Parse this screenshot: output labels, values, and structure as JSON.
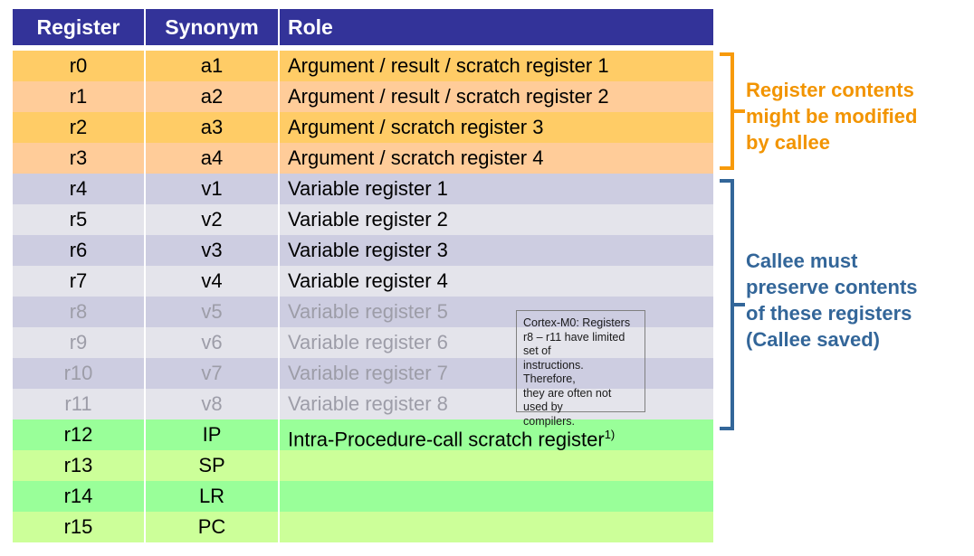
{
  "table": {
    "columns": [
      "Register",
      "Synonym",
      "Role"
    ],
    "rows": [
      {
        "register": "r0",
        "synonym": "a1",
        "role": "Argument / result / scratch register 1",
        "style": "orangeA",
        "dim": false
      },
      {
        "register": "r1",
        "synonym": "a2",
        "role": "Argument / result / scratch register 2",
        "style": "orangeB",
        "dim": false
      },
      {
        "register": "r2",
        "synonym": "a3",
        "role": "Argument / scratch register 3",
        "style": "orangeA",
        "dim": false
      },
      {
        "register": "r3",
        "synonym": "a4",
        "role": "Argument / scratch register 4",
        "style": "orangeB",
        "dim": false
      },
      {
        "register": "r4",
        "synonym": "v1",
        "role": "Variable register 1",
        "style": "lavA",
        "dim": false
      },
      {
        "register": "r5",
        "synonym": "v2",
        "role": "Variable register 2",
        "style": "lavB",
        "dim": false
      },
      {
        "register": "r6",
        "synonym": "v3",
        "role": "Variable register 3",
        "style": "lavA",
        "dim": false
      },
      {
        "register": "r7",
        "synonym": "v4",
        "role": "Variable register 4",
        "style": "lavB",
        "dim": false
      },
      {
        "register": "r8",
        "synonym": "v5",
        "role": "Variable register 5",
        "style": "lavA",
        "dim": true
      },
      {
        "register": "r9",
        "synonym": "v6",
        "role": "Variable register 6",
        "style": "lavB",
        "dim": true
      },
      {
        "register": "r10",
        "synonym": "v7",
        "role": "Variable register 7",
        "style": "lavA",
        "dim": true
      },
      {
        "register": "r11",
        "synonym": "v8",
        "role": "Variable register 8",
        "style": "lavB",
        "dim": true
      },
      {
        "register": "r12",
        "synonym": "IP",
        "role": "Intra-Procedure-call scratch register",
        "role_superscript": "1)",
        "style": "greenA",
        "dim": false
      },
      {
        "register": "r13",
        "synonym": "SP",
        "role": "",
        "style": "greenB",
        "dim": false
      },
      {
        "register": "r14",
        "synonym": "LR",
        "role": "",
        "style": "greenA",
        "dim": false
      },
      {
        "register": "r15",
        "synonym": "PC",
        "role": "",
        "style": "greenB",
        "dim": false
      }
    ]
  },
  "annotations": {
    "caller_saved": {
      "text": "Register contents\nmight be modified\nby callee",
      "color": "#F29400"
    },
    "callee_saved": {
      "text": "Callee must\npreserve contents\nof these registers\n(Callee saved)",
      "color": "#336699"
    }
  },
  "callout": {
    "text": "Cortex-M0: Registers\nr8 – r11 have limited set of\ninstructions. Therefore,\nthey are often not used by\ncompilers."
  },
  "colors": {
    "header_bg": "#333399",
    "header_fg": "#FFFFFF",
    "orangeA": "#FFCC66",
    "orangeB": "#FFCC99",
    "lavA": "#CDCDE1",
    "lavB": "#E4E4EB",
    "greenA": "#99FF99",
    "greenB": "#CCFF99",
    "dim_text": "#9D9DA8",
    "bracket_orange": "#F79A0B",
    "bracket_blue": "#336699"
  }
}
